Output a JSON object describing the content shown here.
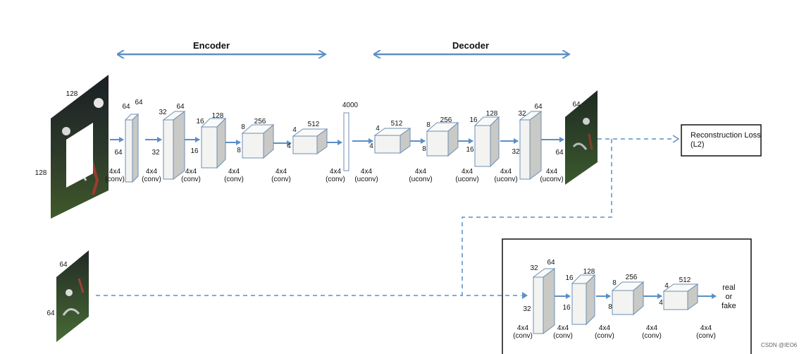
{
  "headers": {
    "encoder": "Encoder",
    "decoder": "Decoder"
  },
  "input_image": {
    "width_label": "128",
    "height_label": "128"
  },
  "encoder": {
    "blocks": [
      {
        "top_a": "64",
        "top_b": "64",
        "side": "64",
        "op": "4x4",
        "op_sub": "(conv)"
      },
      {
        "top_a": "32",
        "top_b": "64",
        "side": "32",
        "op": "4x4",
        "op_sub": "(conv)"
      },
      {
        "top_a": "16",
        "top_b": "128",
        "side": "16",
        "op": "4x4",
        "op_sub": "(conv)"
      },
      {
        "top_a": "8",
        "top_b": "256",
        "side": "8",
        "op": "4x4",
        "op_sub": "(conv)"
      },
      {
        "top_a": "4",
        "top_b": "512",
        "side": "4",
        "op": "4x4",
        "op_sub": "(conv)"
      }
    ],
    "bottleneck": {
      "label": "4000",
      "op": "4x4",
      "op_sub": "(conv)"
    }
  },
  "decoder": {
    "blocks": [
      {
        "top_a": "4",
        "top_b": "512",
        "side": "4",
        "op": "4x4",
        "op_sub": "(uconv)"
      },
      {
        "top_a": "8",
        "top_b": "256",
        "side": "8",
        "op": "4x4",
        "op_sub": "(uconv)"
      },
      {
        "top_a": "16",
        "top_b": "128",
        "side": "16",
        "op": "4x4",
        "op_sub": "(uconv)"
      },
      {
        "top_a": "32",
        "top_b": "64",
        "side": "32",
        "op": "4x4",
        "op_sub": "(uconv)"
      }
    ],
    "final_op": {
      "op": "4x4",
      "op_sub": "(uconv)"
    }
  },
  "output_image": {
    "top_label": "64",
    "side_label": "64"
  },
  "loss_box": {
    "label": "Reconstruction Loss (L2)"
  },
  "real_image": {
    "top_label": "64",
    "side_label": "64"
  },
  "discriminator": {
    "blocks": [
      {
        "top_a": "32",
        "top_b": "64",
        "side": "32",
        "op": "4x4",
        "op_sub": "(conv)"
      },
      {
        "top_a": "16",
        "top_b": "128",
        "side": "16",
        "op": "4x4",
        "op_sub": "(conv)"
      },
      {
        "top_a": "8",
        "top_b": "256",
        "side": "8",
        "op": "4x4",
        "op_sub": "(conv)"
      },
      {
        "top_a": "4",
        "top_b": "512",
        "side": "4",
        "op": "4x4",
        "op_sub": "(conv)"
      }
    ],
    "final_op": {
      "op": "4x4",
      "op_sub": "(conv)"
    },
    "output": {
      "line1": "real",
      "line2": "or",
      "line3": "fake"
    }
  },
  "watermark": "CSDN @IEO6",
  "colors": {
    "arrow": "#5b8fc7",
    "block_front": "#f3f3f1",
    "block_top": "#fafaf8",
    "block_side": "#c9c9c6",
    "stroke": "#6d8fb5"
  }
}
